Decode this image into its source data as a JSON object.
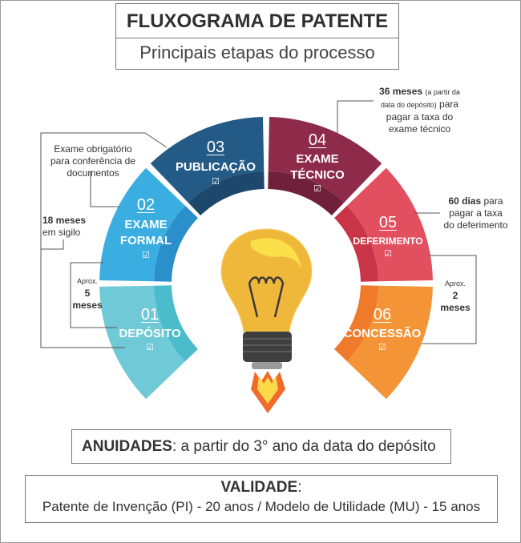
{
  "header": {
    "title": "FLUXOGRAMA DE PATENTE",
    "subtitle": "Principais etapas do processo"
  },
  "steps": [
    {
      "number": "01",
      "name": "DEPÓSITO",
      "color": "#6fc9d6",
      "inner_color": "#4bbccc",
      "icon": "document-check-icon"
    },
    {
      "number": "02",
      "name_lines": [
        "EXAME",
        "FORMAL"
      ],
      "color": "#3aaee0",
      "inner_color": "#2b8fcb",
      "icon": "document-check-icon"
    },
    {
      "number": "03",
      "name": "PUBLICAÇÃO",
      "color": "#235a86",
      "inner_color": "#1d476b",
      "icon": "document-check-icon"
    },
    {
      "number": "04",
      "name_lines": [
        "EXAME",
        "TÉCNICO"
      ],
      "color": "#8e2b4a",
      "inner_color": "#70203a",
      "icon": "document-check-icon"
    },
    {
      "number": "05",
      "name": "DEFERIMENTO",
      "color": "#e24f5f",
      "inner_color": "#c93446",
      "icon": "document-check-icon"
    },
    {
      "number": "06",
      "name": "CONCESSÃO",
      "color": "#f39437",
      "inner_color": "#ee7a2a",
      "icon": "document-check-icon"
    }
  ],
  "notes": {
    "exame_formal": [
      "Exame obrigatório",
      "para conferência de",
      "documentos"
    ],
    "sigilo": {
      "bold": "18 meses",
      "text": "em sigilo"
    },
    "aprox5": {
      "label": "Aprox.",
      "value": "5",
      "unit": "meses"
    },
    "tecnico": {
      "bold": "36 meses",
      "small": "(a partir da",
      "small2": "data do depósito)",
      "text1": "para",
      "text2": "pagar a taxa do",
      "text3": "exame técnico"
    },
    "deferimento": {
      "bold": "60 dias",
      "text1": "para",
      "text2": "pagar a taxa",
      "text3": "do deferimento"
    },
    "aprox2": {
      "label": "Aprox.",
      "value": "2",
      "unit": "meses"
    }
  },
  "anuidades": {
    "label": "ANUIDADES",
    "text": ":  a partir do 3° ano da data do depósito"
  },
  "validade": {
    "label": "VALIDADE",
    "colon": ":",
    "text": "Patente de Invenção (PI) - 20 anos / Modelo de Utilidade (MU) - 15 anos"
  }
}
